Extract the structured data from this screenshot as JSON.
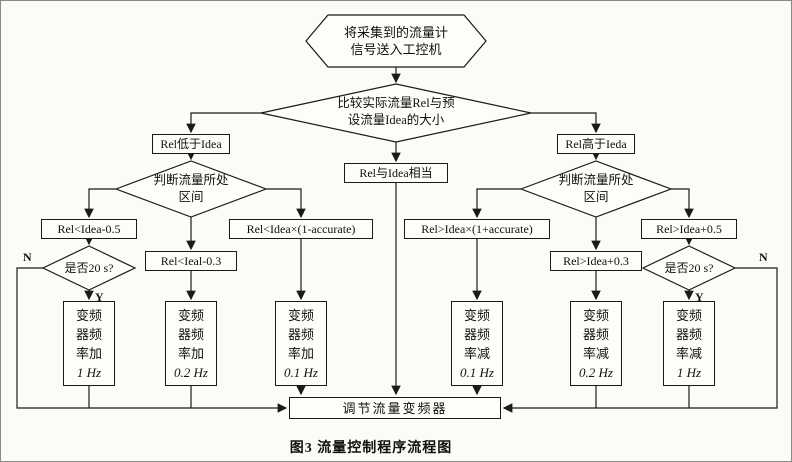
{
  "figure": {
    "caption": "图3  流量控制程序流程图"
  },
  "flowchart": {
    "start": {
      "line1": "将采集到的流量计",
      "line2": "信号送入工控机"
    },
    "compare": {
      "line1": "比较实际流量Rel与预",
      "line2": "设流量Idea的大小"
    },
    "branch_low": {
      "label": "Rel低于Idea"
    },
    "branch_equal": {
      "label": "Rel与Idea相当"
    },
    "branch_high": {
      "label": "Rel高于Ieda"
    },
    "judge_left": {
      "line1": "判断流量所处",
      "line2": "区间"
    },
    "judge_right": {
      "line1": "判断流量所处",
      "line2": "区间"
    },
    "conditions": {
      "c1": "Rel<Idea-0.5",
      "c2": "Rel<Ieal-0.3",
      "c3": "Rel<Idea×(1-accurate)",
      "c4": "Rel>Idea×(1+accurate)",
      "c5": "Rel>Idea+0.3",
      "c6": "Rel>Idea+0.5"
    },
    "timer_left": "是否20 s?",
    "timer_right": "是否20 s?",
    "labels": {
      "yes": "Y",
      "no": "N"
    },
    "actions": {
      "a1": {
        "l1": "变频",
        "l2": "器频",
        "l3": "率加",
        "value": "1 Hz"
      },
      "a2": {
        "l1": "变频",
        "l2": "器频",
        "l3": "率加",
        "value": "0.2 Hz"
      },
      "a3": {
        "l1": "变频",
        "l2": "器频",
        "l3": "率加",
        "value": "0.1 Hz"
      },
      "a4": {
        "l1": "变频",
        "l2": "器频",
        "l3": "率减",
        "value": "0.1 Hz"
      },
      "a5": {
        "l1": "变频",
        "l2": "器频",
        "l3": "率减",
        "value": "0.2 Hz"
      },
      "a6": {
        "l1": "变频",
        "l2": "器频",
        "l3": "率减",
        "value": "1 Hz"
      }
    },
    "adjust": "调节流量变频器"
  }
}
